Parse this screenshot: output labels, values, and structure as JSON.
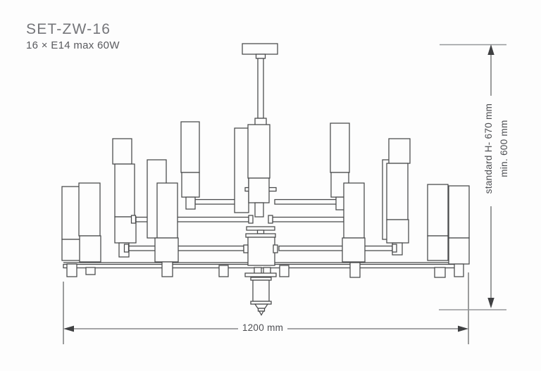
{
  "header": {
    "model": "SET-ZW-16",
    "lamp_spec": "16 × E14 max 60W"
  },
  "dimensions": {
    "width": "1200 mm",
    "height_standard": "standard H- 670 mm",
    "height_min": "min. 600 mm"
  },
  "colors": {
    "drawing_line": "#47484a",
    "dimension_line": "#4b4c4e",
    "tick_line": "#95979a",
    "text": "#4e4f53",
    "title_text": "#75767a",
    "background": "#fdfdfd"
  }
}
